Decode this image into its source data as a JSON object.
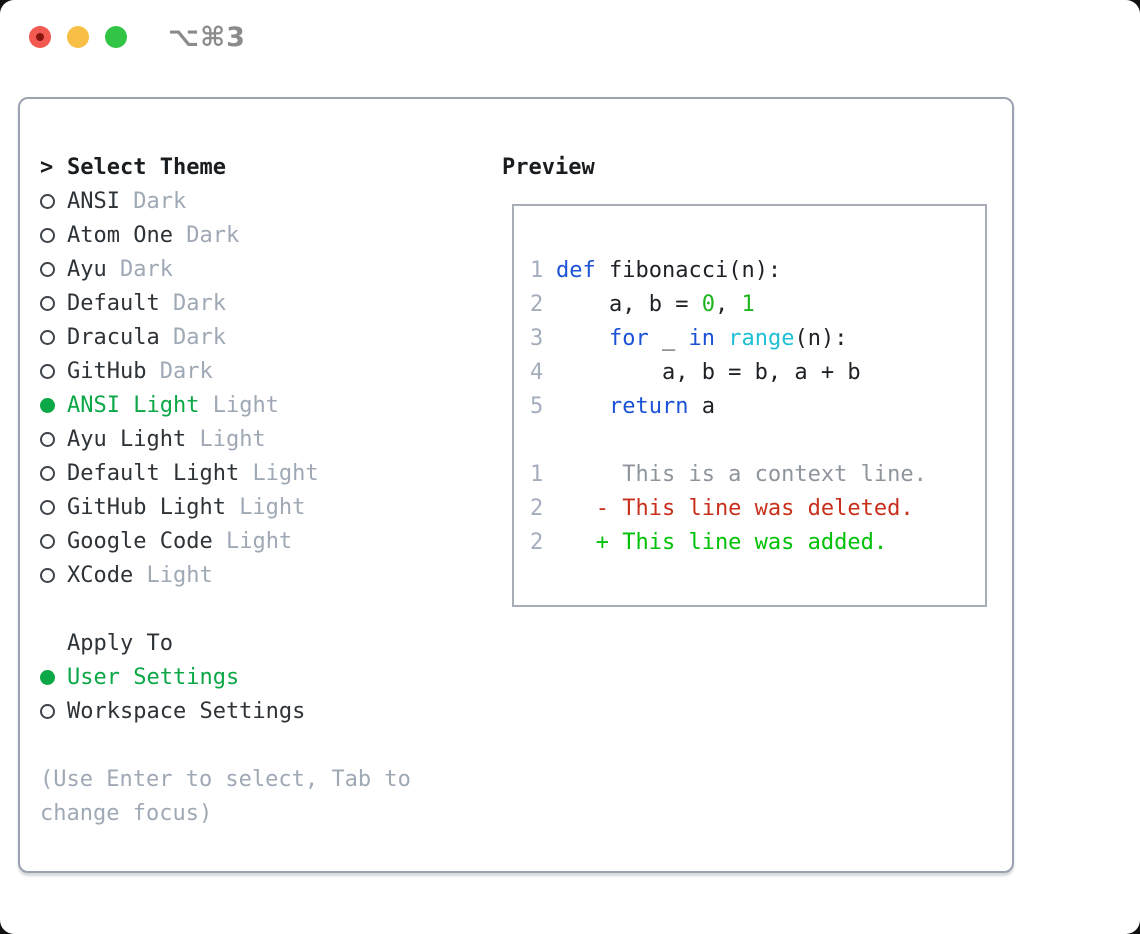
{
  "titlebar": {
    "hotkey": "⌥⌘3",
    "buttons": [
      "close",
      "minimize",
      "zoom"
    ]
  },
  "theme_panel": {
    "header": {
      "prompt": ">",
      "label": "Select Theme"
    },
    "themes": [
      {
        "name": "ANSI",
        "variant": "Dark",
        "selected": false
      },
      {
        "name": "Atom One",
        "variant": "Dark",
        "selected": false
      },
      {
        "name": "Ayu",
        "variant": "Dark",
        "selected": false
      },
      {
        "name": "Default",
        "variant": "Dark",
        "selected": false
      },
      {
        "name": "Dracula",
        "variant": "Dark",
        "selected": false
      },
      {
        "name": "GitHub",
        "variant": "Dark",
        "selected": false
      },
      {
        "name": "ANSI Light",
        "variant": "Light",
        "selected": true
      },
      {
        "name": "Ayu Light",
        "variant": "Light",
        "selected": false
      },
      {
        "name": "Default Light",
        "variant": "Light",
        "selected": false
      },
      {
        "name": "GitHub Light",
        "variant": "Light",
        "selected": false
      },
      {
        "name": "Google Code",
        "variant": "Light",
        "selected": false
      },
      {
        "name": "XCode",
        "variant": "Light",
        "selected": false
      }
    ],
    "apply_to": {
      "label": "Apply To",
      "options": [
        {
          "name": "User Settings",
          "selected": true
        },
        {
          "name": "Workspace Settings",
          "selected": false
        }
      ]
    },
    "help_lines": [
      "(Use Enter to select, Tab to",
      "change focus)"
    ]
  },
  "preview": {
    "label": "Preview",
    "lines": [
      {
        "num": "1",
        "tokens": [
          {
            "text": "def",
            "style": "kw"
          },
          {
            "text": " fibonacci(n):",
            "style": "plain"
          }
        ]
      },
      {
        "num": "2",
        "tokens": [
          {
            "text": "    a, b = ",
            "style": "plain"
          },
          {
            "text": "0",
            "style": "num"
          },
          {
            "text": ", ",
            "style": "plain"
          },
          {
            "text": "1",
            "style": "num"
          }
        ]
      },
      {
        "num": "3",
        "tokens": [
          {
            "text": "    ",
            "style": "plain"
          },
          {
            "text": "for",
            "style": "kw"
          },
          {
            "text": " _ ",
            "style": "plain"
          },
          {
            "text": "in",
            "style": "kw"
          },
          {
            "text": " ",
            "style": "plain"
          },
          {
            "text": "range",
            "style": "fn"
          },
          {
            "text": "(n):",
            "style": "plain"
          }
        ]
      },
      {
        "num": "4",
        "tokens": [
          {
            "text": "        a, b = b, a + b",
            "style": "plain"
          }
        ]
      },
      {
        "num": "5",
        "tokens": [
          {
            "text": "    ",
            "style": "plain"
          },
          {
            "text": "return",
            "style": "kw"
          },
          {
            "text": " a",
            "style": "plain"
          }
        ]
      },
      {
        "num": "",
        "tokens": []
      },
      {
        "num": "1",
        "tokens": [
          {
            "text": "     This is a context line.",
            "style": "ctx"
          }
        ]
      },
      {
        "num": "2",
        "tokens": [
          {
            "text": "   - This line was deleted.",
            "style": "del"
          }
        ]
      },
      {
        "num": "2",
        "tokens": [
          {
            "text": "   + This line was added.",
            "style": "add"
          }
        ]
      }
    ]
  },
  "colors": {
    "selection_green": "#0ca747",
    "number_green": "#1db51d",
    "added_green": "#00c107",
    "deleted_red": "#c8301c",
    "keyword_blue": "#1c52d6",
    "builtin_cyan": "#20c0d4",
    "muted_gray": "#9fa9b5",
    "panel_border": "#9aa3af",
    "traffic_red": "#f25950",
    "traffic_yellow": "#f7bf45",
    "traffic_green": "#32c545"
  }
}
